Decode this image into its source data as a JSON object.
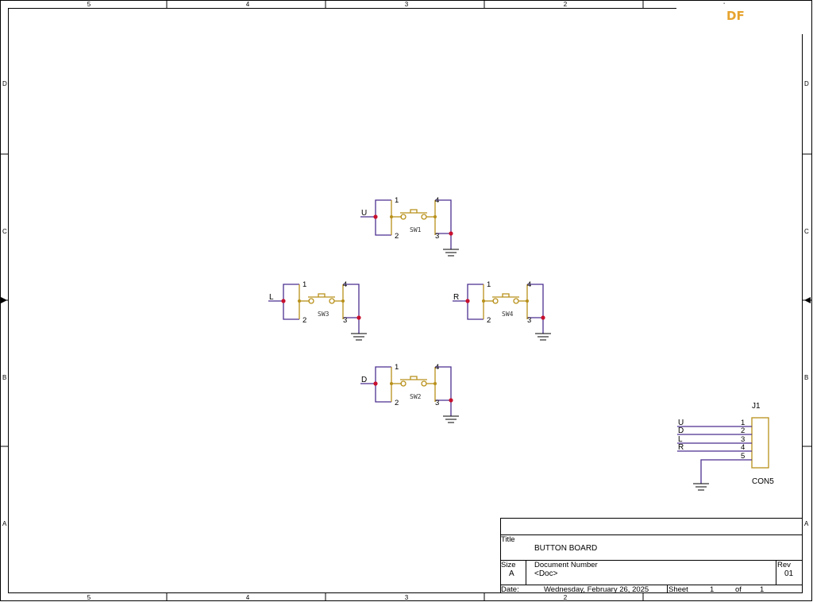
{
  "sheet": {
    "col_labels": [
      "5",
      "4",
      "3",
      "2"
    ],
    "row_labels": [
      "D",
      "C",
      "B",
      "A"
    ]
  },
  "logo": "DF",
  "switches": [
    {
      "ref": "SW1",
      "net": "U",
      "pins": [
        "1",
        "2",
        "3",
        "4"
      ]
    },
    {
      "ref": "SW2",
      "net": "D",
      "pins": [
        "1",
        "2",
        "3",
        "4"
      ]
    },
    {
      "ref": "SW3",
      "net": "L",
      "pins": [
        "1",
        "2",
        "3",
        "4"
      ]
    },
    {
      "ref": "SW4",
      "net": "R",
      "pins": [
        "1",
        "2",
        "3",
        "4"
      ]
    }
  ],
  "connector": {
    "ref": "J1",
    "value": "CON5",
    "nets": [
      "U",
      "D",
      "L",
      "R"
    ],
    "pins": [
      "1",
      "2",
      "3",
      "4",
      "5"
    ]
  },
  "title_block": {
    "title_label": "Title",
    "title": "BUTTON BOARD",
    "size_label": "Size",
    "size": "A",
    "doc_label": "Document Number",
    "doc": "<Doc>",
    "rev_label": "Rev",
    "rev": "01",
    "date_label": "Date:",
    "date": "Wednesday, February 26, 2025",
    "sheet_label": "Sheet",
    "sheet_num": "1",
    "of_label": "of",
    "sheet_total": "1"
  }
}
